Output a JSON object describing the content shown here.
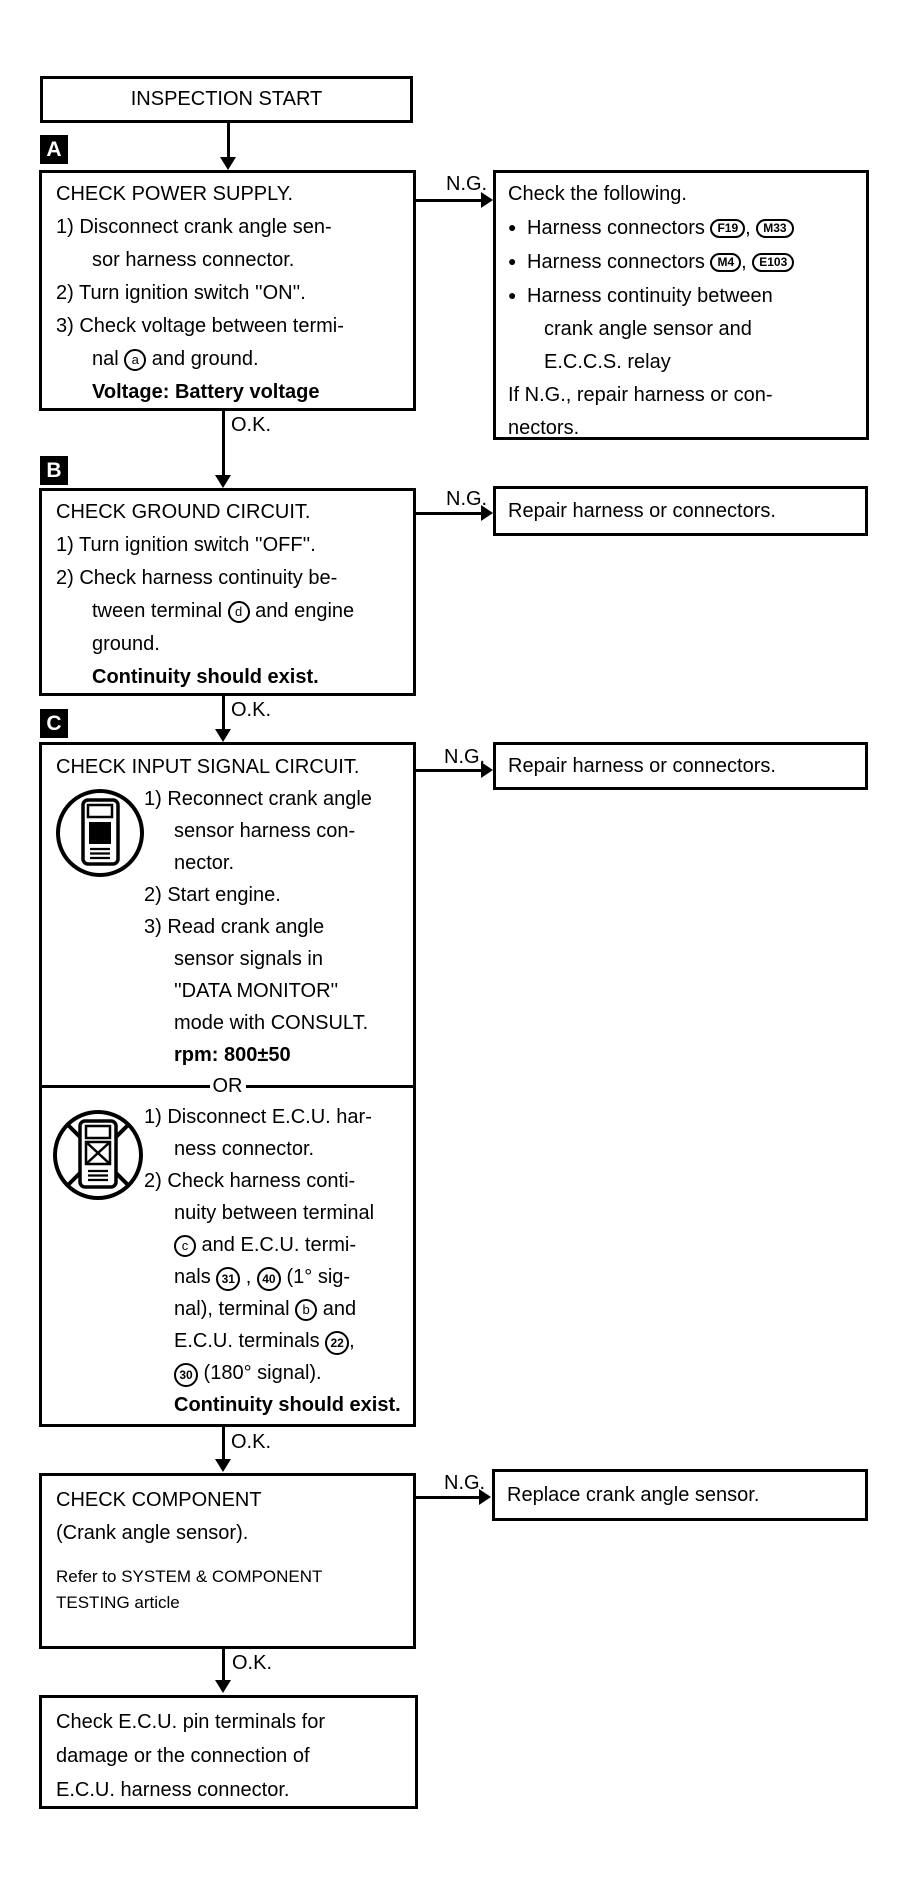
{
  "page": {
    "background": "#ffffff",
    "ink": "#000000"
  },
  "icons": {
    "consult": "consult-device-icon",
    "no_consult": "consult-device-crossed-icon"
  },
  "flowchart": {
    "start": {
      "label": "INSPECTION START"
    },
    "connectors": {
      "ok": "O.K.",
      "ng": "N.G."
    },
    "steps": [
      {
        "marker": "A",
        "box": {
          "lines": [
            {
              "seg": [
                {
                  "t": "CHECK POWER SUPPLY."
                }
              ]
            },
            {
              "seg": [
                {
                  "t": "1) Disconnect crank angle sen-"
                }
              ]
            },
            {
              "ind": 1,
              "seg": [
                {
                  "t": "sor harness connector."
                }
              ]
            },
            {
              "seg": [
                {
                  "t": "2) Turn ignition switch ''ON''."
                }
              ]
            },
            {
              "seg": [
                {
                  "t": "3) Check voltage between termi-"
                }
              ]
            },
            {
              "ind": 1,
              "seg": [
                {
                  "t": "nal "
                },
                {
                  "s": "circ",
                  "t": "a"
                },
                {
                  "t": " and ground."
                }
              ]
            },
            {
              "ind": 1,
              "seg": [
                {
                  "s": "b",
                  "t": "Voltage: Battery voltage"
                }
              ]
            }
          ]
        },
        "ng_result": {
          "lines": [
            {
              "seg": [
                {
                  "t": "Check the following."
                }
              ]
            },
            {
              "seg": [
                {
                  "s": "bullet",
                  "t": "●"
                },
                {
                  "t": " Harness connectors "
                },
                {
                  "s": "pill",
                  "t": "F19"
                },
                {
                  "t": ", "
                },
                {
                  "s": "pill",
                  "t": "M33"
                }
              ]
            },
            {
              "seg": [
                {
                  "s": "bullet",
                  "t": "●"
                },
                {
                  "t": " Harness connectors "
                },
                {
                  "s": "pill",
                  "t": "M4"
                },
                {
                  "t": ", "
                },
                {
                  "s": "pill",
                  "t": "E103"
                }
              ]
            },
            {
              "seg": [
                {
                  "s": "bullet",
                  "t": "●"
                },
                {
                  "t": " Harness continuity between"
                }
              ]
            },
            {
              "ind": 1,
              "seg": [
                {
                  "t": "crank angle sensor and"
                }
              ]
            },
            {
              "ind": 1,
              "seg": [
                {
                  "t": "E.C.C.S. relay"
                }
              ]
            },
            {
              "seg": [
                {
                  "t": "If N.G., repair harness or con-"
                }
              ]
            },
            {
              "seg": [
                {
                  "t": "nectors."
                }
              ]
            }
          ]
        }
      },
      {
        "marker": "B",
        "box": {
          "lines": [
            {
              "seg": [
                {
                  "t": "CHECK GROUND CIRCUIT."
                }
              ]
            },
            {
              "seg": [
                {
                  "t": "1) Turn ignition switch ''OFF''."
                }
              ]
            },
            {
              "seg": [
                {
                  "t": "2) Check harness continuity be-"
                }
              ]
            },
            {
              "ind": 1,
              "seg": [
                {
                  "t": "tween terminal "
                },
                {
                  "s": "circ",
                  "t": "d"
                },
                {
                  "t": " and engine"
                }
              ]
            },
            {
              "ind": 1,
              "seg": [
                {
                  "t": "ground."
                }
              ]
            },
            {
              "ind": 1,
              "seg": [
                {
                  "s": "b",
                  "t": "Continuity should exist."
                }
              ]
            }
          ]
        },
        "ng_result": {
          "text": "Repair harness or connectors."
        }
      },
      {
        "marker": "C",
        "box": {
          "title": "CHECK INPUT SIGNAL CIRCUIT.",
          "or_label": "OR",
          "consult_block": {
            "icon": "consult-device-icon",
            "lines": [
              {
                "seg": [
                  {
                    "t": "1) Reconnect crank angle"
                  }
                ]
              },
              {
                "ind": 1,
                "seg": [
                  {
                    "t": "sensor harness con-"
                  }
                ]
              },
              {
                "ind": 1,
                "seg": [
                  {
                    "t": "nector."
                  }
                ]
              },
              {
                "seg": [
                  {
                    "t": "2) Start engine."
                  }
                ]
              },
              {
                "seg": [
                  {
                    "t": "3) Read crank angle"
                  }
                ]
              },
              {
                "ind": 1,
                "seg": [
                  {
                    "t": "sensor signals in"
                  }
                ]
              },
              {
                "ind": 1,
                "seg": [
                  {
                    "t": "''DATA MONITOR''"
                  }
                ]
              },
              {
                "ind": 1,
                "seg": [
                  {
                    "t": "mode with CONSULT."
                  }
                ]
              },
              {
                "ind": 1,
                "seg": [
                  {
                    "s": "b",
                    "t": "rpm: 800±50"
                  }
                ]
              }
            ]
          },
          "no_consult_block": {
            "icon": "consult-device-crossed-icon",
            "lines": [
              {
                "seg": [
                  {
                    "t": "1) Disconnect E.C.U. har-"
                  }
                ]
              },
              {
                "ind": 1,
                "seg": [
                  {
                    "t": "ness connector."
                  }
                ]
              },
              {
                "seg": [
                  {
                    "t": "2) Check harness conti-"
                  }
                ]
              },
              {
                "ind": 1,
                "seg": [
                  {
                    "t": "nuity between terminal"
                  }
                ]
              },
              {
                "ind": 1,
                "seg": [
                  {
                    "s": "circ",
                    "t": "c"
                  },
                  {
                    "t": " and E.C.U. termi-"
                  }
                ]
              },
              {
                "ind": 1,
                "seg": [
                  {
                    "t": "nals "
                  },
                  {
                    "s": "num",
                    "t": "31"
                  },
                  {
                    "t": " , "
                  },
                  {
                    "s": "num",
                    "t": "40"
                  },
                  {
                    "t": " (1° sig-"
                  }
                ]
              },
              {
                "ind": 1,
                "seg": [
                  {
                    "t": "nal), terminal "
                  },
                  {
                    "s": "circ",
                    "t": "b"
                  },
                  {
                    "t": " and"
                  }
                ]
              },
              {
                "ind": 1,
                "seg": [
                  {
                    "t": "E.C.U. terminals "
                  },
                  {
                    "s": "num",
                    "t": "22"
                  },
                  {
                    "t": ","
                  }
                ]
              },
              {
                "ind": 1,
                "seg": [
                  {
                    "s": "num",
                    "t": "30"
                  },
                  {
                    "t": " (180° signal)."
                  }
                ]
              },
              {
                "ind": 1,
                "seg": [
                  {
                    "s": "b",
                    "t": "Continuity should exist."
                  }
                ]
              }
            ]
          }
        },
        "ng_result": {
          "text": "Repair harness or connectors."
        }
      },
      {
        "marker": "",
        "box": {
          "lines": [
            {
              "seg": [
                {
                  "t": "CHECK COMPONENT"
                }
              ]
            },
            {
              "seg": [
                {
                  "t": "(Crank angle sensor)."
                }
              ]
            },
            {
              "gap": true
            },
            {
              "sm": true,
              "seg": [
                {
                  "t": "Refer to SYSTEM & COMPONENT"
                }
              ]
            },
            {
              "sm": true,
              "seg": [
                {
                  "t": "TESTING article"
                }
              ]
            }
          ]
        },
        "ng_result": {
          "text": "Replace crank angle sensor."
        }
      }
    ],
    "final_box": {
      "lines": [
        {
          "seg": [
            {
              "t": "Check E.C.U. pin terminals for"
            }
          ]
        },
        {
          "seg": [
            {
              "t": "damage or the connection of"
            }
          ]
        },
        {
          "seg": [
            {
              "t": "E.C.U. harness connector."
            }
          ]
        }
      ]
    }
  }
}
